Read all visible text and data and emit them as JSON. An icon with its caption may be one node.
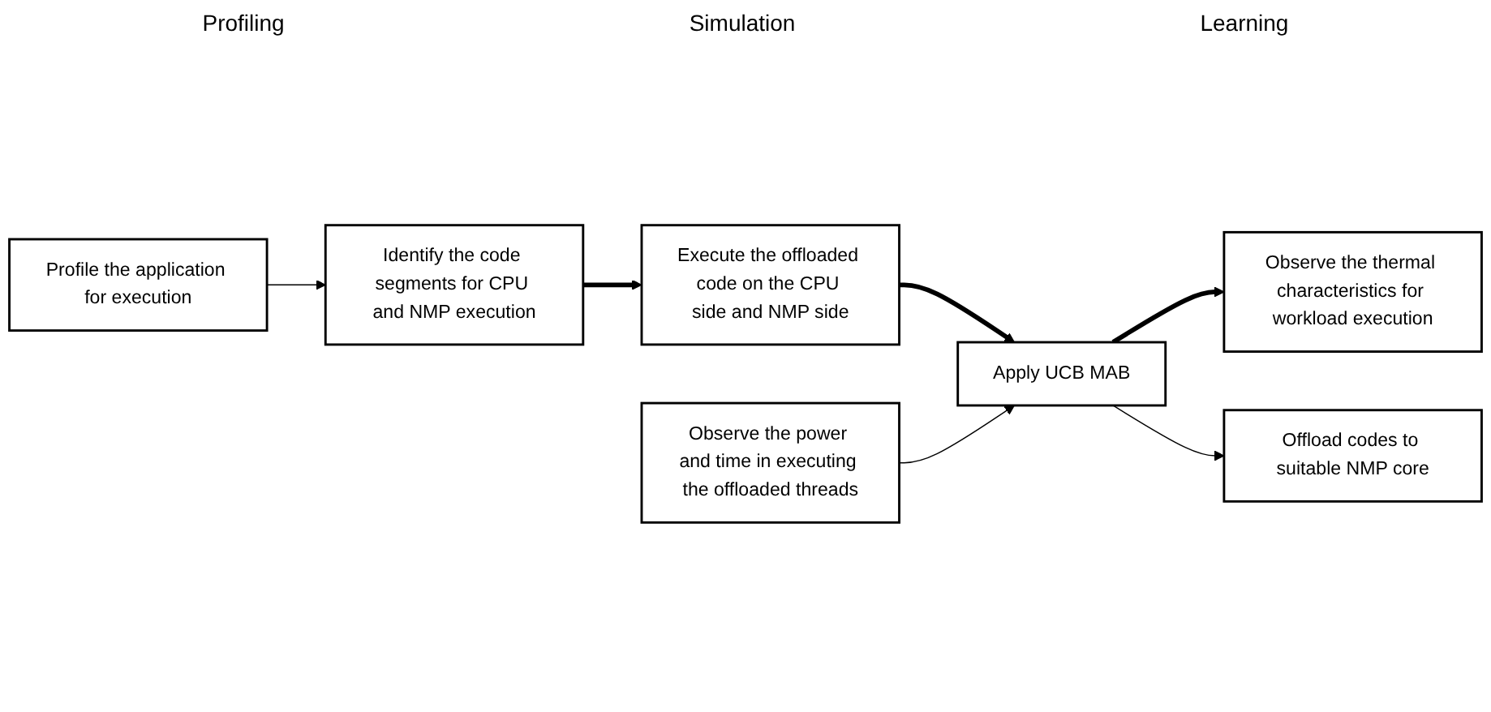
{
  "diagram": {
    "nodes": [
      {
        "text": [
          "Profile the application for execution"
        ]
      },
      {
        "text": [
          "Identify the code segments for CPU and NMP execution"
        ]
      },
      {
        "text": [
          "Execute the offloaded code on the CPU side and NMP side"
        ]
      },
      {
        "text": [
          "Observe the thermal characteristics for workload execution"
        ]
      },
      {
        "text": [
          "Observe the power and time in executing the offloaded threads"
        ]
      },
      {
        "text": [
          "Apply UCB MAB"
        ]
      },
      {
        "text": [
          "Offload codes to suitable NMP core"
        ]
      }
    ],
    "edges": [
      {
        "from": 0,
        "to": 1,
        "arrow": "to"
      },
      {
        "from": 1,
        "to": 2,
        "arrow": "to",
        "style": "thick"
      },
      {
        "from": 2,
        "to": 5,
        "arrow": "to",
        "style": "thick"
      },
      {
        "from": 5,
        "to": 3,
        "arrow": "to",
        "style": "thick"
      },
      {
        "from": 4,
        "to": 5,
        "arrow": "to"
      },
      {
        "from": 5,
        "to": 6,
        "arrow": "to"
      }
    ],
    "labels": [
      "Profiling",
      "Simulation",
      "Learning"
    ]
  }
}
